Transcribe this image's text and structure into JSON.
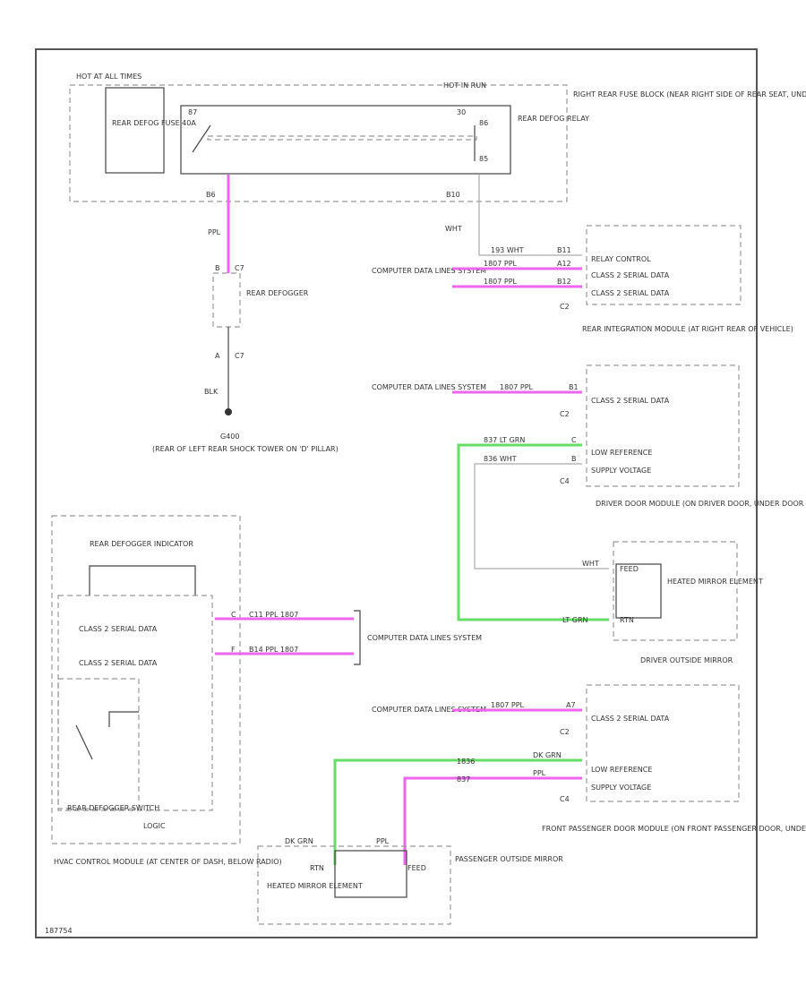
{
  "colors": {
    "pink_wire": "#ee66ee",
    "green_wire": "#66dd66",
    "border": "#555555",
    "dashed_box": "#999999",
    "text": "#333333"
  },
  "labels": {
    "hot_at_all_times": "HOT AT ALL TIMES",
    "hot_in_run": "HOT IN RUN",
    "rear_defog_fuse": "REAR DEFOG FUSE 40A",
    "rear_defog_relay": "REAR DEFOG RELAY",
    "right_rear_fuse_block": "RIGHT REAR FUSE BLOCK (NEAR RIGHT SIDE OF REAR SEAT, UNDER CARPET)",
    "terminal_87": "87",
    "terminal_30": "30",
    "terminal_86": "86",
    "terminal_85": "85",
    "terminal_b6": "B6",
    "terminal_b10": "B10",
    "wire_ppl_1": "PPL",
    "wire_wht_1": "WHT",
    "rear_defogger": "REAR DEFOGGER",
    "conn_b": "B",
    "conn_c7_top": "C7",
    "conn_a": "A",
    "conn_c7_bottom": "C7",
    "wire_blk": "BLK",
    "ground_g400": "G400",
    "ground_loc": "(REAR OF LEFT REAR SHOCK TOWER ON 'D' PILLAR)",
    "computer_data_1": "COMPUTER DATA LINES SYSTEM",
    "rim_w1": "193 WHT",
    "rim_w2": "1807 PPL",
    "rim_w3": "1807 PPL",
    "rim_t1": "B11",
    "rim_t2": "A12",
    "rim_t3": "B12",
    "relay_control": "RELAY CONTROL",
    "class2_a": "CLASS 2 SERIAL DATA",
    "class2_b": "CLASS 2 SERIAL DATA",
    "conn_c2_rim": "C2",
    "rim": "REAR INTEGRATION MODULE (AT RIGHT REAR OF VEHICLE)",
    "computer_data_2": "COMPUTER DATA LINES SYSTEM",
    "ddm_w1": "1807 PPL",
    "ddm_t1": "B1",
    "class2_c": "CLASS 2 SERIAL DATA",
    "conn_c2_ddm": "C2",
    "ddm_w2": "837 LT GRN",
    "ddm_w3": "836 WHT",
    "ddm_t2": "C",
    "ddm_t3": "B",
    "low_ref_1": "LOW REFERENCE",
    "supply_v_1": "SUPPLY VOLTAGE",
    "conn_c4_ddm": "C4",
    "ddm": "DRIVER DOOR MODULE (ON DRIVER DOOR, UNDER DOOR TRIM PANEL)",
    "wht_label": "WHT",
    "feed_1": "FEED",
    "rtn_1": "RTN",
    "ltgrn_label": "LT GRN",
    "heated_mirror_1": "HEATED MIRROR ELEMENT",
    "driver_mirror": "DRIVER OUTSIDE MIRROR",
    "rear_defogger_indicator": "REAR DEFOGGER INDICATOR",
    "class2_d": "CLASS 2 SERIAL DATA",
    "class2_e": "CLASS 2 SERIAL DATA",
    "hvac_t1": "C",
    "hvac_t2": "F",
    "hvac_w1": "C11 PPL 1807",
    "hvac_w2": "B14 PPL 1807",
    "computer_data_3": "COMPUTER DATA LINES SYSTEM",
    "rear_defogger_switch": "REAR DEFOGGER SWITCH",
    "logic": "LOGIC",
    "hvac": "HVAC CONTROL MODULE (AT CENTER OF DASH, BELOW RADIO)",
    "computer_data_4": "COMPUTER DATA LINES SYSTEM",
    "pdm_w1": "1807 PPL",
    "pdm_t1": "A7",
    "class2_f": "CLASS 2 SERIAL DATA",
    "conn_c2_pdm": "C2",
    "pdm_w2": "1836",
    "pdm_w3": "837",
    "pdm_w2b": "DK GRN",
    "pdm_w3b": "PPL",
    "low_ref_2": "LOW REFERENCE",
    "supply_v_2": "SUPPLY VOLTAGE",
    "conn_c4_pdm": "C4",
    "pdm": "FRONT PASSENGER DOOR MODULE (ON FRONT PASSENGER DOOR, UNDER DOOR TRIM PANEL)",
    "dkgrn_label": "DK GRN",
    "ppl_label": "PPL",
    "rtn_2": "RTN",
    "feed_2": "FEED",
    "heated_mirror_2": "HEATED MIRROR ELEMENT",
    "passenger_mirror": "PASSENGER OUTSIDE MIRROR",
    "figure_id": "187754"
  }
}
